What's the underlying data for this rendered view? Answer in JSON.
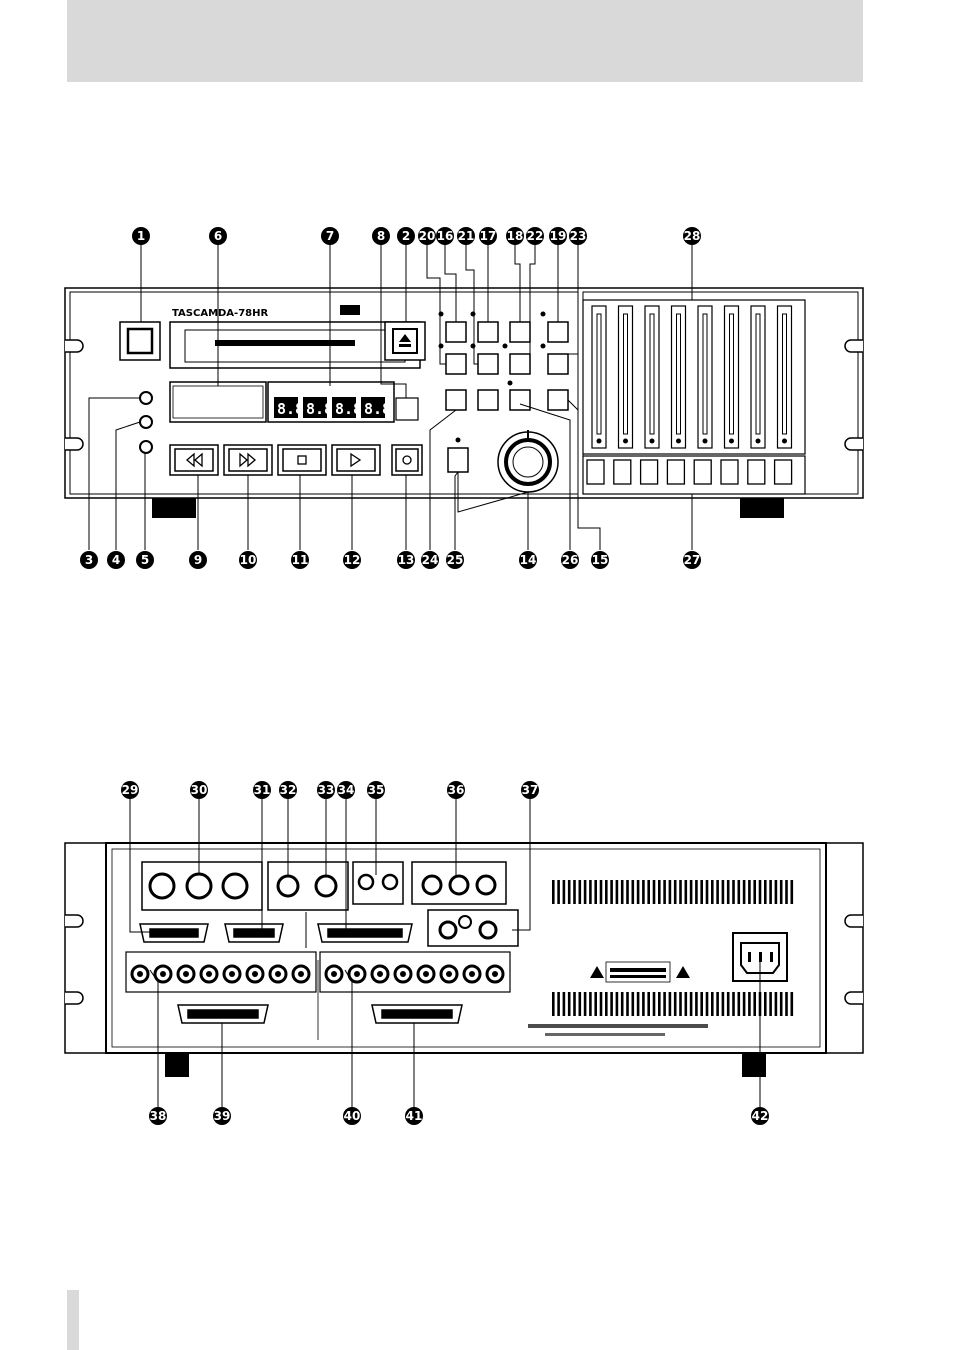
{
  "diagrams": {
    "front_panel": {
      "brand": "TASCAM",
      "model": "DA-78HR",
      "top_callouts": [
        "1",
        "6",
        "7",
        "8",
        "2",
        "20",
        "16",
        "21",
        "17",
        "18",
        "22",
        "19",
        "23",
        "28"
      ],
      "bottom_callouts": [
        "3",
        "4",
        "5",
        "9",
        "10",
        "11",
        "12",
        "13",
        "24",
        "25",
        "14",
        "26",
        "15",
        "27"
      ]
    },
    "rear_panel": {
      "top_callouts": [
        "29",
        "30",
        "31",
        "32",
        "33",
        "34",
        "35",
        "36",
        "37"
      ],
      "bottom_callouts": [
        "38",
        "39",
        "40",
        "41",
        "42"
      ]
    }
  },
  "colors": {
    "header": "#d9d9d9",
    "ink": "#000000",
    "paper": "#ffffff"
  }
}
